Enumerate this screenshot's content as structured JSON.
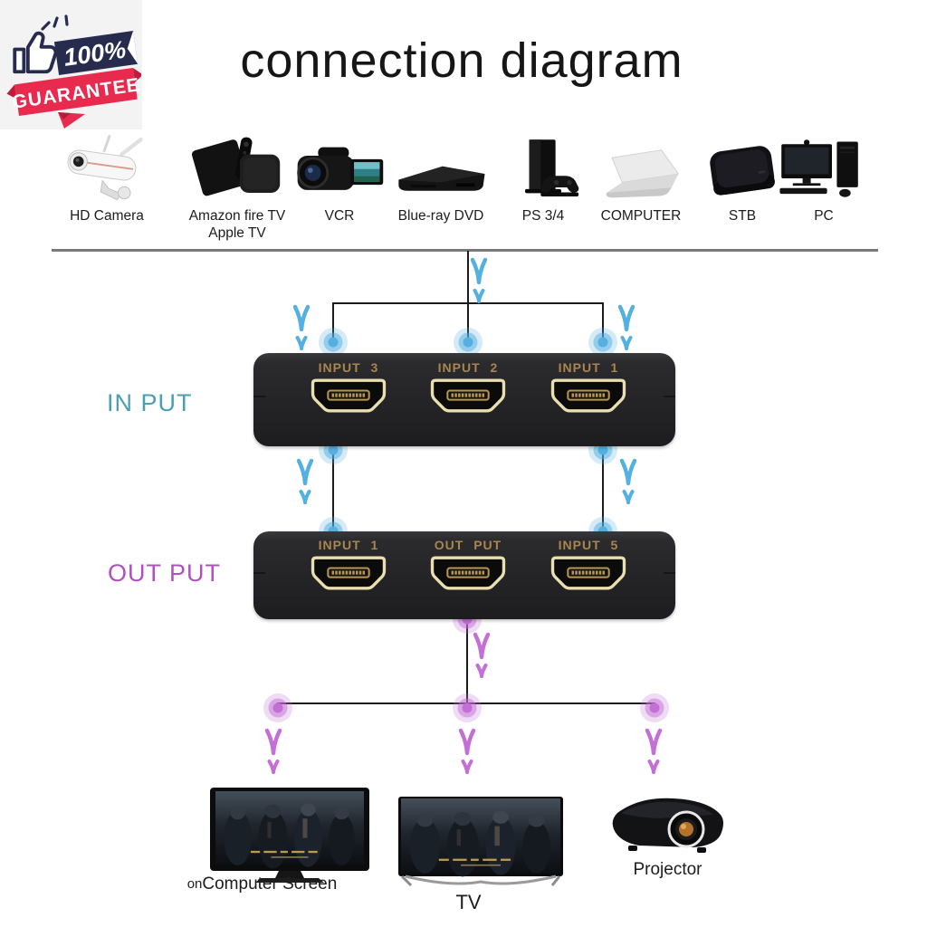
{
  "badge": {
    "percent": "100%",
    "label": "GUARANTEE"
  },
  "title": "connection diagram",
  "source_devices": [
    {
      "label": "HD Camera",
      "icon": "hd-camera-icon"
    },
    {
      "label": "Amazon fire TV",
      "label2": "Apple TV",
      "icon": "streaming-box-icon"
    },
    {
      "label": "VCR",
      "icon": "camcorder-icon"
    },
    {
      "label": "Blue-ray DVD",
      "icon": "dvd-player-icon"
    },
    {
      "label": "PS 3/4",
      "icon": "game-console-icon"
    },
    {
      "label": "COMPUTER",
      "icon": "laptop-icon"
    },
    {
      "label": "STB",
      "icon": "set-top-box-icon"
    },
    {
      "label": "PC",
      "icon": "desktop-pc-icon"
    }
  ],
  "input_section_label": "IN PUT",
  "output_section_label": "OUT PUT",
  "switch_top": {
    "ports": [
      "INPUT 3",
      "INPUT 2",
      "INPUT 1"
    ]
  },
  "switch_bottom": {
    "ports": [
      "INPUT 1",
      "OUT PUT",
      "INPUT 5"
    ]
  },
  "output_devices": [
    {
      "label_prefix": "on",
      "label": "Computer Screen",
      "icon": "computer-screen-icon"
    },
    {
      "label": "TV",
      "icon": "tv-icon"
    },
    {
      "label": "Projector",
      "icon": "projector-icon"
    }
  ],
  "colors": {
    "input_accent": "#4a9fb3",
    "output_accent": "#b050c0",
    "arrow_blue": "#54b0e0",
    "node_blue": "#3e97cf",
    "arrow_purple": "#c36fd6",
    "node_purple": "#b055cc",
    "port_label": "#a9854f",
    "badge_navy": "#272c4f",
    "badge_red": "#e82a4f",
    "box_dark": "#242427",
    "line_dark": "#1b1b1b",
    "line_gray": "#7a7a7a"
  }
}
